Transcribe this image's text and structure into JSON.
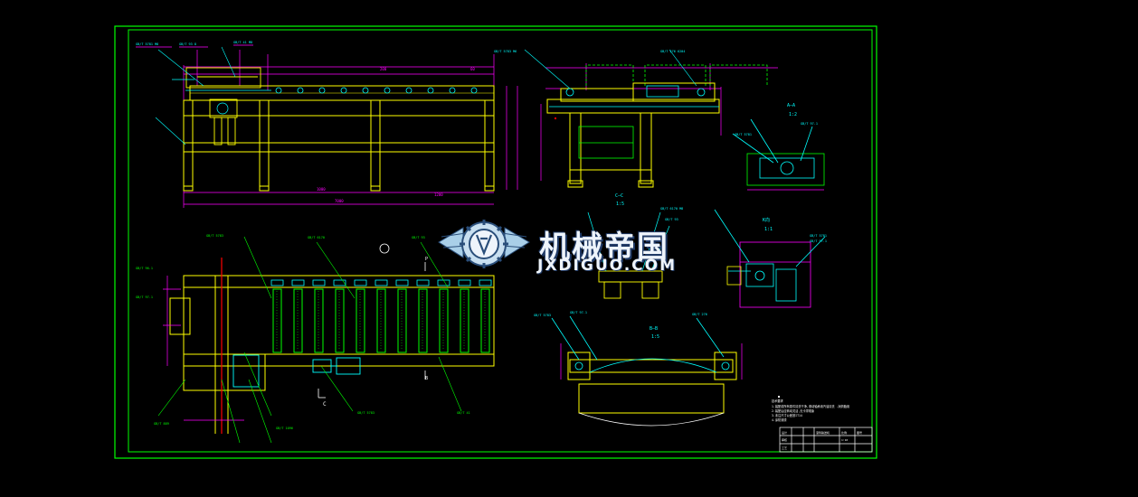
{
  "watermark": {
    "brand": "机械帝国",
    "url": "JXDIGUO.COM"
  },
  "views": {
    "section_aa_title": "A–A",
    "section_aa_scale": "1:2",
    "section_cc_title": "C–C",
    "section_cc_scale": "1:5",
    "section_bb_title": "B–B",
    "section_bb_scale": "1:5",
    "detail_k_title": "K向",
    "detail_k_scale": "1:1",
    "marker_c": "C",
    "marker_b": "B",
    "marker_p": "P"
  },
  "colors": {
    "border": "#00ff00",
    "frame": "#ffff00",
    "dimension": "#ff00ff",
    "detail": "#00ffff",
    "note": "#ffffff",
    "roller": "#00ff00",
    "red": "#ff0000"
  }
}
